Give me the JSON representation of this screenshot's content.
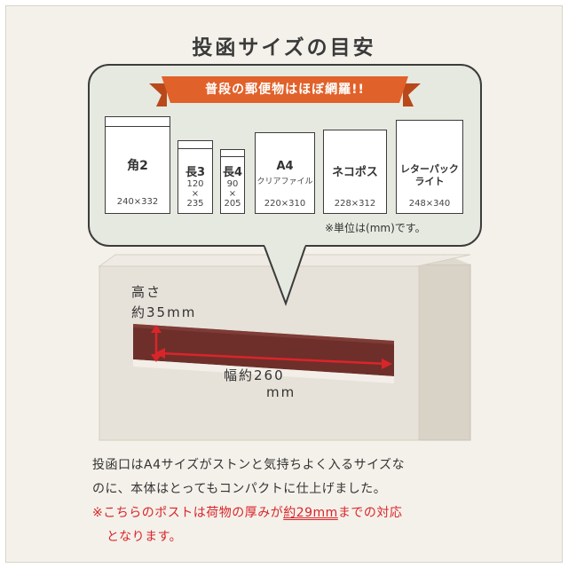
{
  "title": "投函サイズの目安",
  "ribbon": "普段の郵便物はほぼ網羅!!",
  "envelopes": [
    {
      "name": "角2",
      "size": "240×332"
    },
    {
      "name": "長3",
      "size_v": [
        "120",
        "×",
        "235"
      ]
    },
    {
      "name": "長4",
      "size_v": [
        "90",
        "×",
        "205"
      ]
    },
    {
      "name": "A4",
      "sub": "クリアファイル",
      "size": "220×310"
    },
    {
      "name": "ネコポス",
      "size": "228×312"
    },
    {
      "name": "レターパック",
      "sub": "ライト",
      "size": "248×340"
    }
  ],
  "unit_note": "※単位は(mm)です。",
  "labels": {
    "height_line1": "高さ",
    "height_line2": "約35mm",
    "width_line1": "幅約260",
    "width_line2": "mm"
  },
  "description": {
    "line1": "投函口はA4サイズがストンと気持ちよく入るサイズな",
    "line2": "のに、本体はとってもコンパクトに仕上げました。",
    "line3_pre": "※こちらのポストは荷物の厚みが",
    "line3_hl": "約29mm",
    "line3_post": "までの対応",
    "line4": "となります。"
  },
  "colors": {
    "ribbon": "#e1612a",
    "slot": "#6e2f2a",
    "body": "#e7e2d9",
    "arrow": "#d9252a",
    "accent_text": "#d9252a"
  }
}
